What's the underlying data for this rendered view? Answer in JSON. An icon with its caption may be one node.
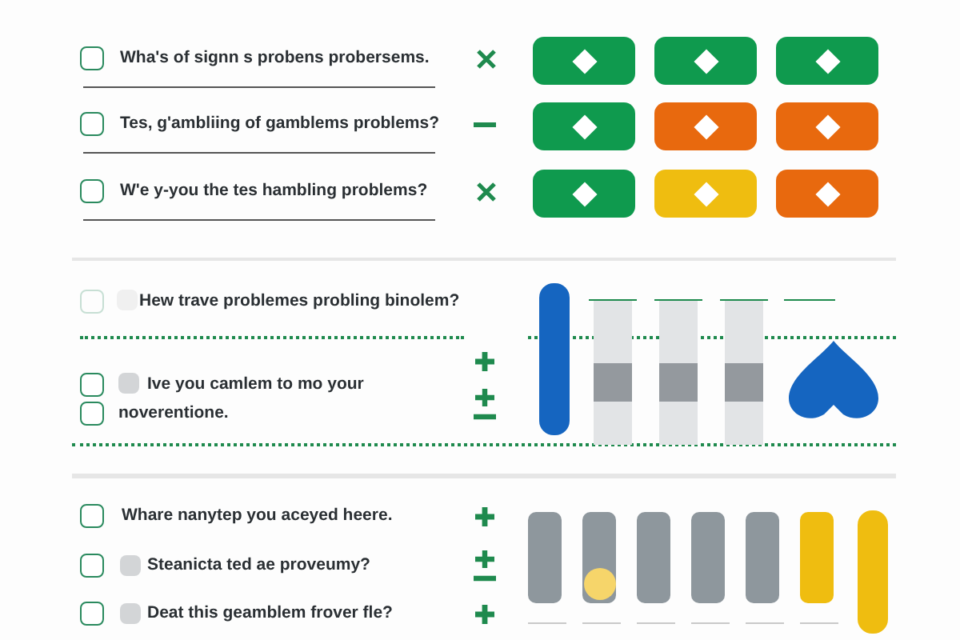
{
  "diagram": {
    "labels": [
      "Wha's of signn s probens probersems.",
      "Tes, g'ambliing of gamblems problems?",
      "W'e y-you the tes hambling problems?",
      "Hew trave problemes probling binolem?",
      "Ive you camlem to mo your",
      "noverentione.",
      "Whare nanytep you aceyed heere.",
      "Steanicta ted ae proveumy?",
      "Deat this geamblem frover fle?"
    ]
  }
}
